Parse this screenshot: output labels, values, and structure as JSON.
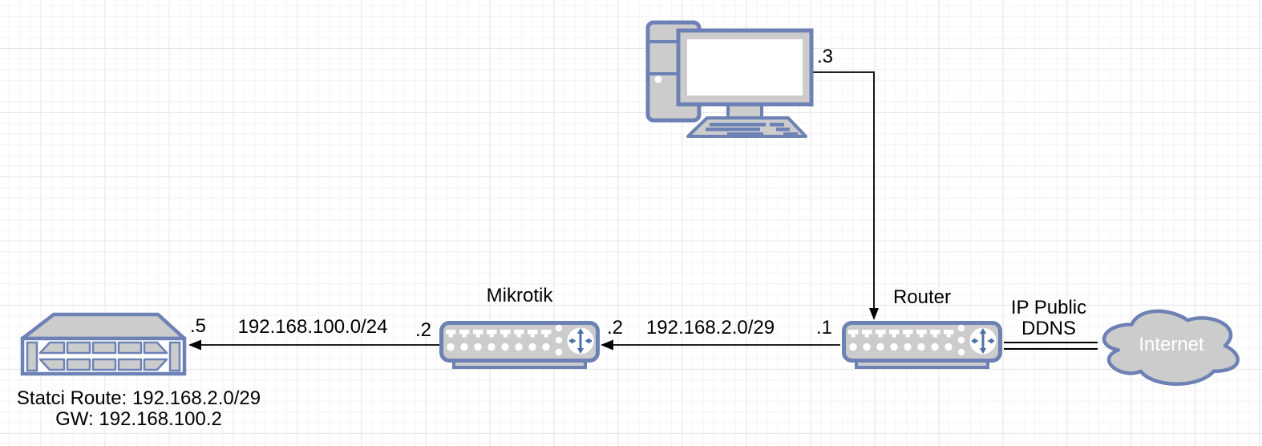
{
  "diagram": {
    "colors": {
      "device_stroke": "#6d81b4",
      "device_fill": "#cccccc",
      "connector": "#000000",
      "internet_text": "#ffffff"
    },
    "computer": {
      "port_label": ".3"
    },
    "mikrotik": {
      "title": "Mikrotik",
      "left_ip": ".2",
      "right_ip": ".2"
    },
    "router": {
      "title": "Router",
      "left_ip": ".1"
    },
    "server": {
      "port_label": ".5",
      "note_line1": "Statci Route: 192.168.2.0/29",
      "note_line2": "GW: 192.168.100.2"
    },
    "internet": {
      "title": "Internet"
    },
    "links": {
      "lan": {
        "network": "192.168.100.0/24"
      },
      "transit": {
        "network": "192.168.2.0/29"
      },
      "internet": {
        "label_line1": "IP Public",
        "label_line2": "DDNS"
      }
    }
  }
}
